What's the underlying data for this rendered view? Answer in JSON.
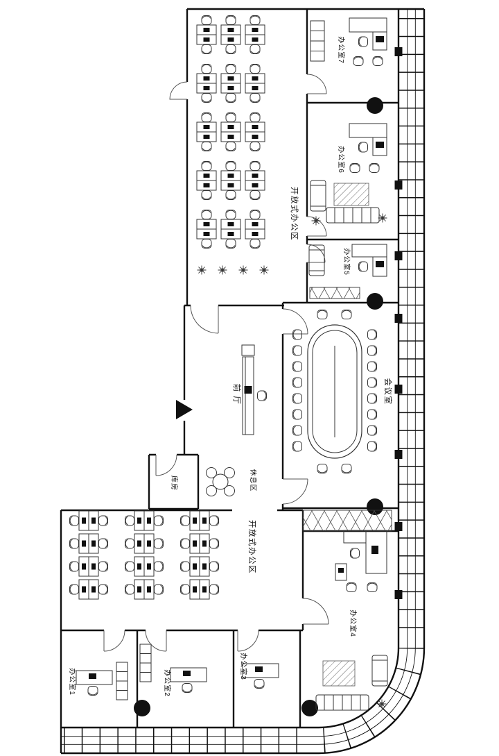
{
  "floorplan": {
    "rooms": {
      "open_office_top": "开放式办公区",
      "office7": "办公室7",
      "office6": "办公室6",
      "office5": "办公室5",
      "meeting_room": "会议室",
      "front_hall": "前 厅",
      "rest_area": "休息区",
      "storage": "库房",
      "open_office_bottom": "开放式办公区",
      "office4": "办公室4",
      "office1": "办公室1",
      "office2": "办公室2",
      "office3": "办公室3"
    },
    "colors": {
      "line": "#111111",
      "background": "#ffffff"
    }
  }
}
